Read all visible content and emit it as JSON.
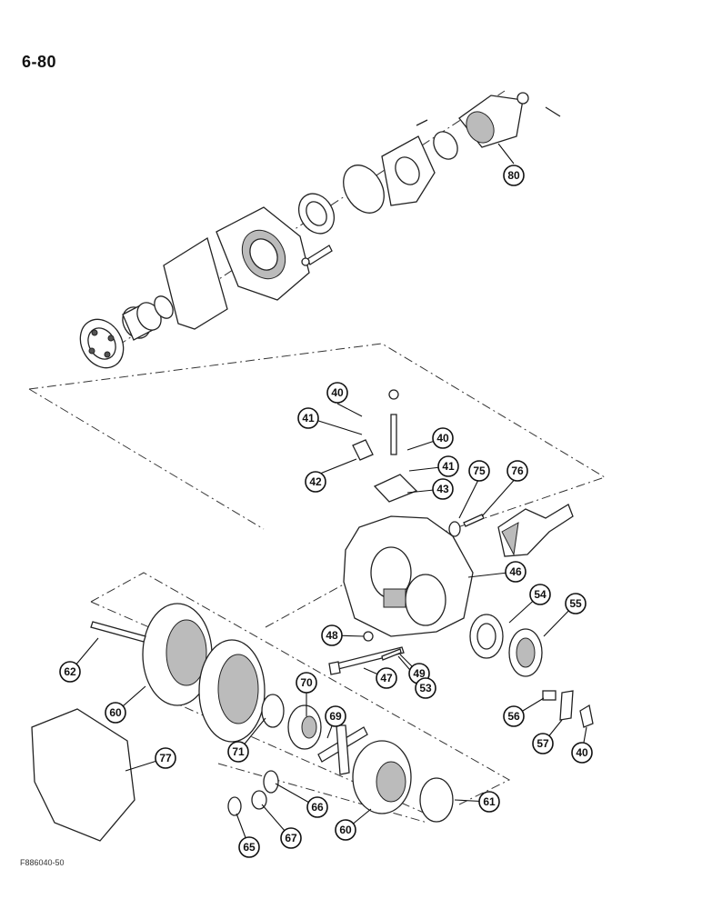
{
  "page": {
    "page_number": "6-80",
    "figure_code": "F886040-50"
  },
  "callouts": [
    {
      "id": "c80",
      "label": "80"
    },
    {
      "id": "c40a",
      "label": "40"
    },
    {
      "id": "c41a",
      "label": "41"
    },
    {
      "id": "c40b",
      "label": "40"
    },
    {
      "id": "c41b",
      "label": "41"
    },
    {
      "id": "c42",
      "label": "42"
    },
    {
      "id": "c43",
      "label": "43"
    },
    {
      "id": "c75",
      "label": "75"
    },
    {
      "id": "c76",
      "label": "76"
    },
    {
      "id": "c46",
      "label": "46"
    },
    {
      "id": "c54",
      "label": "54"
    },
    {
      "id": "c55",
      "label": "55"
    },
    {
      "id": "c48",
      "label": "48"
    },
    {
      "id": "c49",
      "label": "49"
    },
    {
      "id": "c47",
      "label": "47"
    },
    {
      "id": "c53",
      "label": "53"
    },
    {
      "id": "c62",
      "label": "62"
    },
    {
      "id": "c60a",
      "label": "60"
    },
    {
      "id": "c70",
      "label": "70"
    },
    {
      "id": "c69",
      "label": "69"
    },
    {
      "id": "c71",
      "label": "71"
    },
    {
      "id": "c77",
      "label": "77"
    },
    {
      "id": "c56",
      "label": "56"
    },
    {
      "id": "c57",
      "label": "57"
    },
    {
      "id": "c40c",
      "label": "40"
    },
    {
      "id": "c66",
      "label": "66"
    },
    {
      "id": "c67",
      "label": "67"
    },
    {
      "id": "c65",
      "label": "65"
    },
    {
      "id": "c60b",
      "label": "60"
    },
    {
      "id": "c61",
      "label": "61"
    }
  ]
}
